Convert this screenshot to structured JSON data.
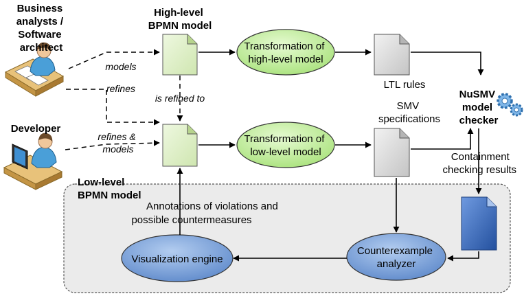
{
  "actors": {
    "business": [
      "Business",
      "analysts /",
      "Software",
      "architect"
    ],
    "developer": "Developer"
  },
  "docs": {
    "high_level": [
      "High-level",
      "BPMN model"
    ],
    "low_level": [
      "Low-level",
      "BPMN model"
    ],
    "ltl": "LTL rules",
    "smv": [
      "SMV",
      "specifications"
    ]
  },
  "processes": {
    "transform_high": [
      "Transformation of",
      "high-level model"
    ],
    "transform_low": [
      "Transformation of",
      "low-level model"
    ],
    "counterexample": [
      "Counterexample",
      "analyzer"
    ],
    "visualization": "Visualization engine"
  },
  "checker": [
    "NuSMV",
    "model",
    "checker"
  ],
  "edge_labels": {
    "models": "models",
    "refines": "refines",
    "is_refined_to": "is refined to",
    "refines_models": [
      "refines &",
      "models"
    ],
    "containment": [
      "Containment",
      "checking results"
    ],
    "annotations": [
      "Annotations of violations and",
      "possible countermeasures"
    ]
  },
  "colors": {
    "bpmn_doc": "#dff0c8",
    "spec_doc": "#dcdcdc",
    "result_doc": "#3b6cc0",
    "process_green": "#c9f0a8",
    "process_blue": "#7ea6dc",
    "panel": "#ebebeb"
  }
}
